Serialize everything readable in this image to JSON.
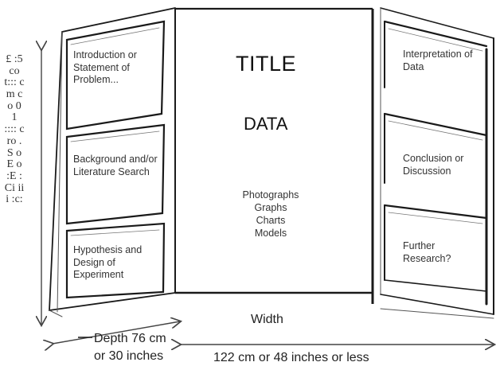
{
  "diagram": {
    "left_panel": {
      "boxes": [
        "Introduction or Statement of Problem...",
        "Background and/or Literature Search",
        "Hypothesis and Design of Experiment"
      ]
    },
    "center_panel": {
      "title": "TITLE",
      "data": "DATA",
      "items": [
        "Photographs",
        "Graphs",
        "Charts",
        "Models"
      ]
    },
    "right_panel": {
      "boxes": [
        "Interpretation of Data",
        "Conclusion or Discussion",
        "Further Research?"
      ]
    },
    "labels": {
      "height_scrambled": "£ :5 co t::: cm co 0 1 :::: c ro .S o E o :E :Ci iii :c:",
      "width": "Width",
      "depth_line1": "Depth 76 cm",
      "depth_line2": "or 30 inches",
      "bottom": "122 cm or 48 inches or less"
    },
    "colors": {
      "line": "#1a1a1a",
      "faint": "#7a7a7a"
    }
  }
}
